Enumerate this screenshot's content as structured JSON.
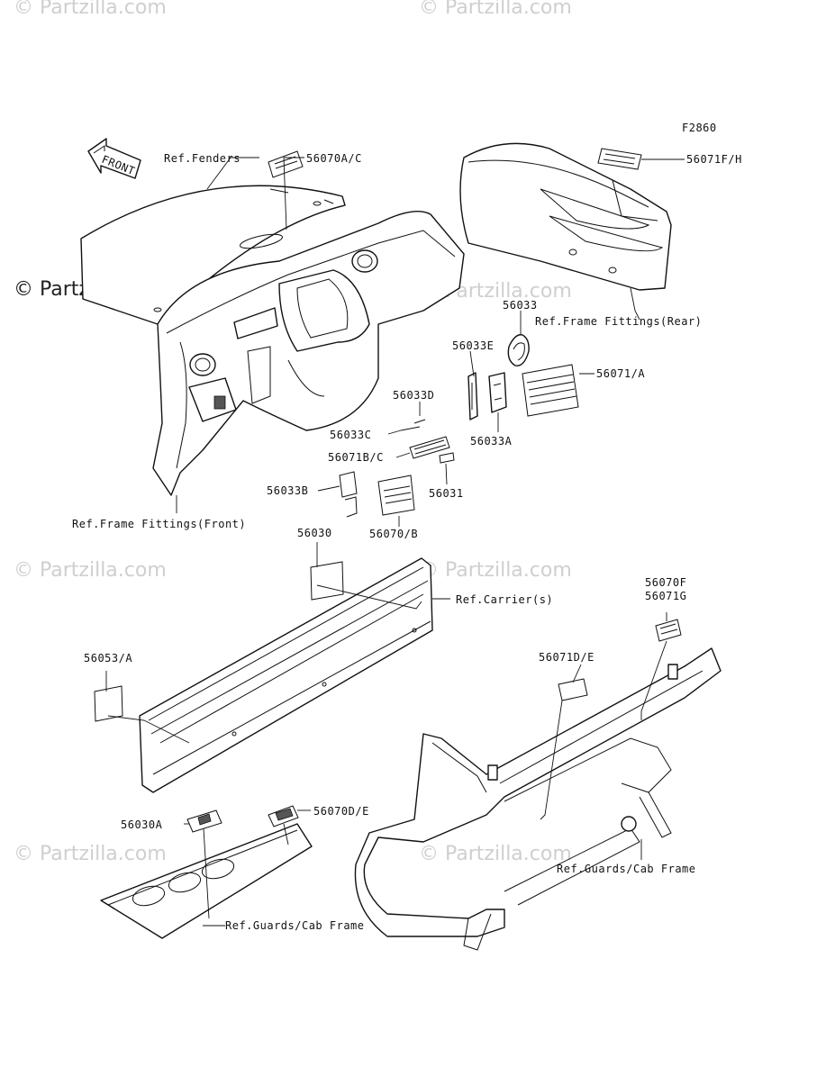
{
  "diagram": {
    "figure_code": "F2860",
    "front_arrow": "FRONT",
    "watermarks": [
      "© Partzilla.com"
    ],
    "labels": {
      "ref_fenders": "Ref.Fenders",
      "p56070ac": "56070A/C",
      "p56071fh": "56071F/H",
      "p56033": "56033",
      "ref_frame_rear": "Ref.Frame Fittings(Rear)",
      "p56033e": "56033E",
      "p56071a": "56071/A",
      "p56033d": "56033D",
      "p56033c": "56033C",
      "p56033a": "56033A",
      "p56071bc": "56071B/C",
      "p56033b": "56033B",
      "p56031": "56031",
      "p56070b": "56070/B",
      "ref_frame_front": "Ref.Frame Fittings(Front)",
      "p56030": "56030",
      "ref_carrier": "Ref.Carrier(s)",
      "p56070f": "56070F",
      "p56071g": "56071G",
      "p56053a": "56053/A",
      "p56071de": "56071D/E",
      "p56030a": "56030A",
      "p56070de": "56070D/E",
      "ref_guards_right": "Ref.Guards/Cab Frame",
      "ref_guards_left": "Ref.Guards/Cab Frame"
    }
  }
}
